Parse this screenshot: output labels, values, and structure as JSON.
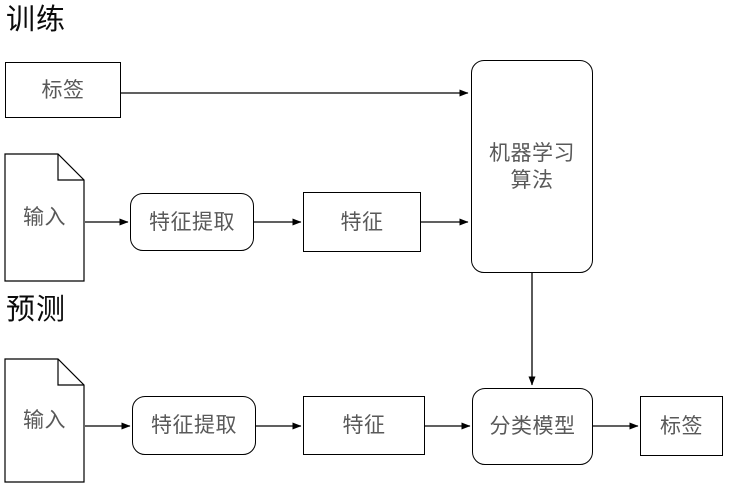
{
  "diagram": {
    "type": "flowchart",
    "title_sections": [
      {
        "id": "training",
        "label": "训练"
      },
      {
        "id": "prediction",
        "label": "预测"
      }
    ],
    "colors": {
      "background": "#ffffff",
      "stroke": "#000000",
      "node_text": "#595959",
      "heading_text": "#0b0b0b"
    },
    "nodes": {
      "train_label": {
        "label": "标签",
        "shape": "rectangle"
      },
      "train_input": {
        "label": "输入",
        "shape": "document"
      },
      "train_feature_extraction": {
        "label": "特征提取",
        "shape": "rounded-rectangle"
      },
      "train_feature": {
        "label": "特征",
        "shape": "rectangle"
      },
      "ml_algorithm": {
        "label_line1": "机器学习",
        "label_line2": "算法",
        "shape": "rounded-rectangle"
      },
      "predict_input": {
        "label": "输入",
        "shape": "document"
      },
      "predict_feature_extraction": {
        "label": "特征提取",
        "shape": "rounded-rectangle"
      },
      "predict_feature": {
        "label": "特征",
        "shape": "rectangle"
      },
      "classification_model": {
        "label": "分类模型",
        "shape": "rounded-rectangle"
      },
      "predict_label": {
        "label": "标签",
        "shape": "rectangle"
      }
    },
    "edges": [
      {
        "id": "e1",
        "from": "train_label",
        "to": "ml_algorithm",
        "arrow": true
      },
      {
        "id": "e2",
        "from": "train_input",
        "to": "train_feature_extraction",
        "arrow": true
      },
      {
        "id": "e3",
        "from": "train_feature_extraction",
        "to": "train_feature",
        "arrow": true
      },
      {
        "id": "e4",
        "from": "train_feature",
        "to": "ml_algorithm",
        "arrow": true
      },
      {
        "id": "e5",
        "from": "ml_algorithm",
        "to": "classification_model",
        "arrow": true
      },
      {
        "id": "e6",
        "from": "predict_input",
        "to": "predict_feature_extraction",
        "arrow": true
      },
      {
        "id": "e7",
        "from": "predict_feature_extraction",
        "to": "predict_feature",
        "arrow": true
      },
      {
        "id": "e8",
        "from": "predict_feature",
        "to": "classification_model",
        "arrow": true
      },
      {
        "id": "e9",
        "from": "classification_model",
        "to": "predict_label",
        "arrow": true
      }
    ]
  }
}
